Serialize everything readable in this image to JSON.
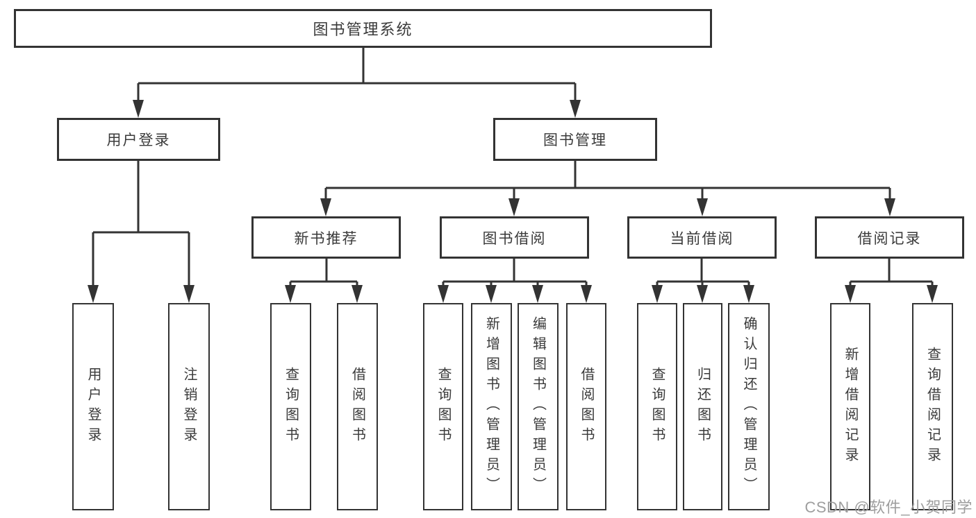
{
  "tree": {
    "root": "图书管理系统",
    "children": [
      {
        "label": "用户登录",
        "children": [
          {
            "label": "用户登录"
          },
          {
            "label": "注销登录"
          }
        ]
      },
      {
        "label": "图书管理",
        "children": [
          {
            "label": "新书推荐",
            "children": [
              {
                "label": "查询图书"
              },
              {
                "label": "借阅图书"
              }
            ]
          },
          {
            "label": "图书借阅",
            "children": [
              {
                "label": "查询图书"
              },
              {
                "label": "新增图书（管理员）"
              },
              {
                "label": "编辑图书（管理员）"
              },
              {
                "label": "借阅图书"
              }
            ]
          },
          {
            "label": "当前借阅",
            "children": [
              {
                "label": "查询图书"
              },
              {
                "label": "归还图书"
              },
              {
                "label": "确认归还（管理员）"
              }
            ]
          },
          {
            "label": "借阅记录",
            "children": [
              {
                "label": "新增借阅记录"
              },
              {
                "label": "查询借阅记录"
              }
            ]
          }
        ]
      }
    ]
  },
  "watermark": {
    "text": "CSDN @软件_小贺同学"
  },
  "colors": {
    "line": "#333333",
    "text": "#3a3a3a",
    "watermark": "#9e9e9e",
    "background": "#ffffff"
  }
}
